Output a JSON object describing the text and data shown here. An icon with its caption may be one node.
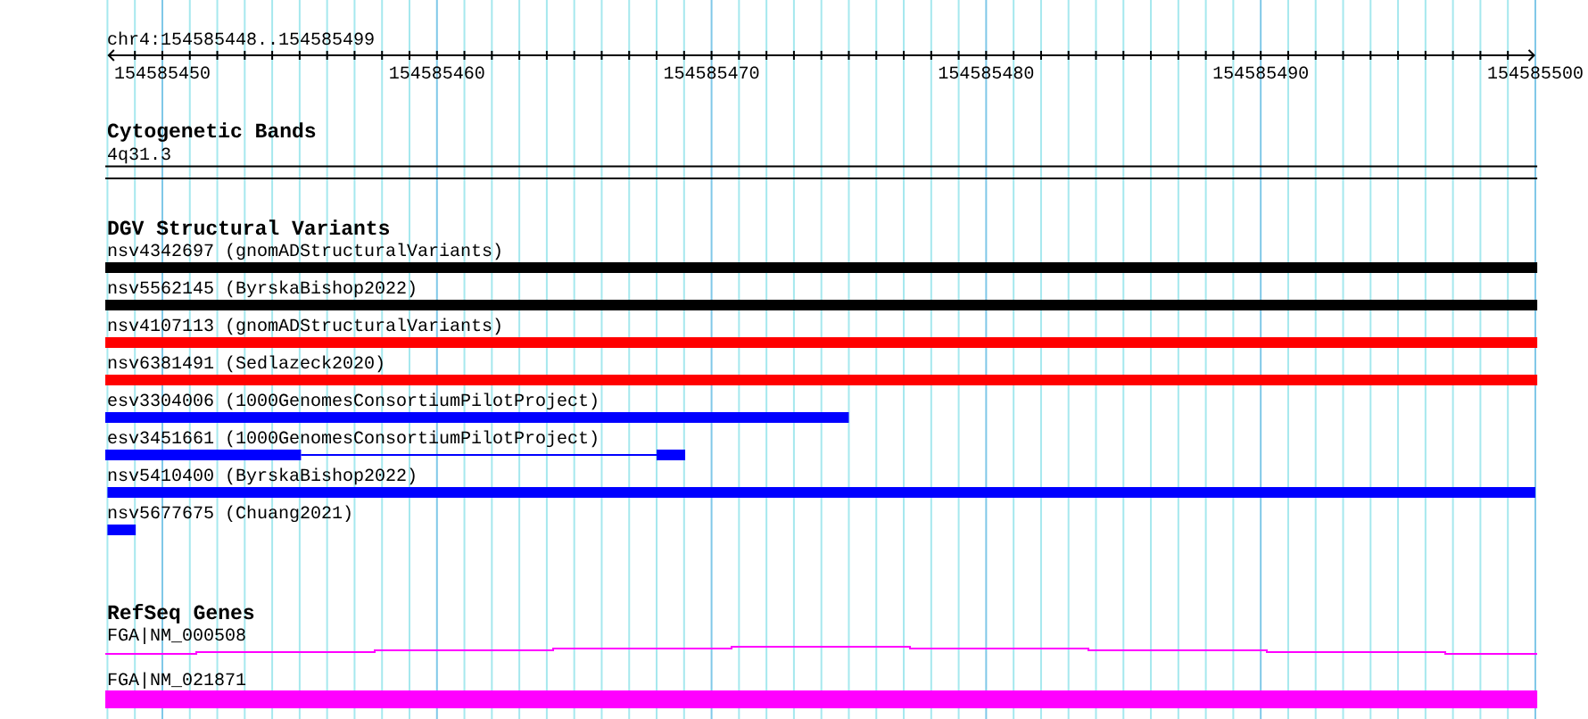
{
  "diagram": {
    "nodes": [
      {
        "text": [
          "4q31.3"
        ]
      },
      {
        "text": [
          "nsv4342697 (gnomADStructuralVariants)"
        ]
      },
      {
        "text": [
          "nsv5562145 (ByrskaBishop2022)"
        ]
      },
      {
        "text": [
          "nsv4107113 (gnomADStructuralVariants)"
        ]
      },
      {
        "text": [
          "nsv6381491 (Sedlazeck2020)"
        ]
      },
      {
        "text": [
          "esv3304006 (1000GenomesConsortiumPilotProject)"
        ]
      },
      {
        "text": [
          "esv3451661 (1000GenomesConsortiumPilotProject)"
        ]
      },
      {
        "text": [
          "nsv5410400 (ByrskaBishop2022)"
        ]
      },
      {
        "text": [
          "nsv5677675 (Chuang2021)"
        ]
      },
      {
        "text": [
          "FGA|NM_000508"
        ]
      },
      {
        "text": [
          "FGA|NM_021871"
        ]
      }
    ],
    "labels": [
      "chr4:154585448..154585499",
      "154585450",
      "154585460",
      "154585470",
      "154585480",
      "154585490",
      "154585500",
      "Cytogenetic Bands",
      "DGV Structural Variants",
      "RefSeq Genes"
    ]
  }
}
